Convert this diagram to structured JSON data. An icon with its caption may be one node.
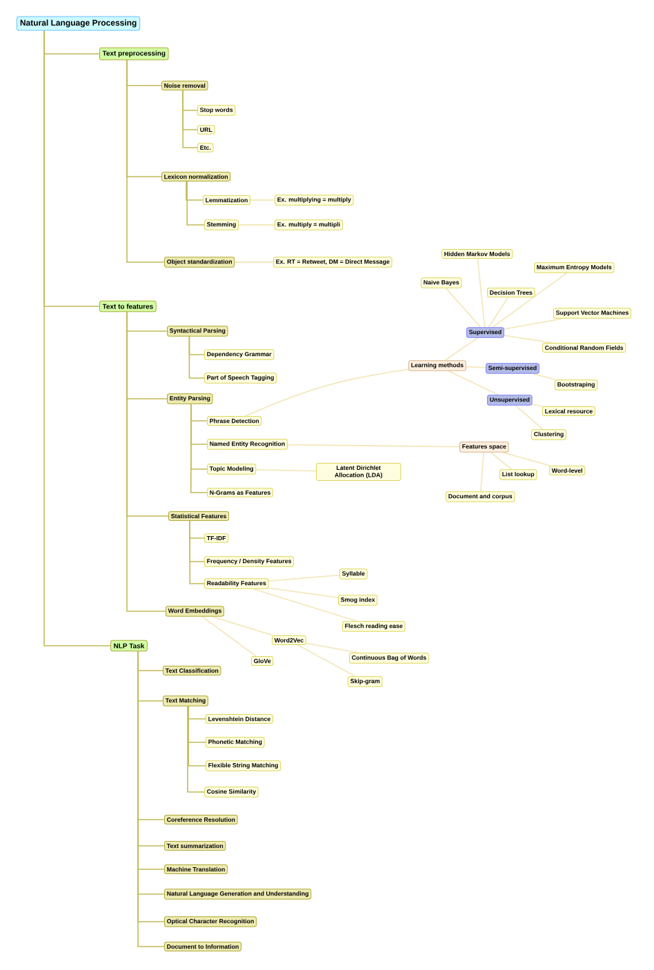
{
  "diagram": {
    "nodes": [
      {
        "text": [
          "Natural Language Processing"
        ]
      },
      {
        "text": [
          "Text preprocessing"
        ]
      },
      {
        "text": [
          "Noise removal"
        ]
      },
      {
        "text": [
          "Stop words"
        ]
      },
      {
        "text": [
          "URL"
        ]
      },
      {
        "text": [
          "Etc."
        ]
      },
      {
        "text": [
          "Lexicon normalization"
        ]
      },
      {
        "text": [
          "Lemmatization"
        ]
      },
      {
        "text": [
          "Ex. multiplying = multiply"
        ]
      },
      {
        "text": [
          "Stemming"
        ]
      },
      {
        "text": [
          "Ex. multiply = multipli"
        ]
      },
      {
        "text": [
          "Object standardization"
        ]
      },
      {
        "text": [
          "Ex. RT = Retweet, DM = Direct Message"
        ]
      },
      {
        "text": [
          "Text to features"
        ]
      },
      {
        "text": [
          "Syntactical Parsing"
        ]
      },
      {
        "text": [
          "Dependency Grammar"
        ]
      },
      {
        "text": [
          "Part of Speech Tagging"
        ]
      },
      {
        "text": [
          "Entity Parsing"
        ]
      },
      {
        "text": [
          "Phrase Detection"
        ]
      },
      {
        "text": [
          "Named Entity Recognition"
        ]
      },
      {
        "text": [
          "Topic Modeling"
        ]
      },
      {
        "text": [
          "Latent Dirichlet Allocation (LDA)"
        ]
      },
      {
        "text": [
          "N-Grams as Features"
        ]
      },
      {
        "text": [
          "Statistical Features"
        ]
      },
      {
        "text": [
          "TF-IDF"
        ]
      },
      {
        "text": [
          "Frequency / Density Features"
        ]
      },
      {
        "text": [
          "Readability Features"
        ]
      },
      {
        "text": [
          "Syllable"
        ]
      },
      {
        "text": [
          "Smog index"
        ]
      },
      {
        "text": [
          "Flesch reading ease"
        ]
      },
      {
        "text": [
          "Word Embeddings"
        ]
      },
      {
        "text": [
          "Word2Vec"
        ]
      },
      {
        "text": [
          "GloVe"
        ]
      },
      {
        "text": [
          "Continuous Bag of Words"
        ]
      },
      {
        "text": [
          "Skip-gram"
        ]
      },
      {
        "text": [
          "NLP Task"
        ]
      },
      {
        "text": [
          "Text Classification"
        ]
      },
      {
        "text": [
          "Text Matching"
        ]
      },
      {
        "text": [
          "Levenshtein Distance"
        ]
      },
      {
        "text": [
          "Phonetic Matching"
        ]
      },
      {
        "text": [
          "Flexible String Matching"
        ]
      },
      {
        "text": [
          "Cosine Similarity"
        ]
      },
      {
        "text": [
          "Coreference Resolution"
        ]
      },
      {
        "text": [
          "Text summarization"
        ]
      },
      {
        "text": [
          "Machine Translation"
        ]
      },
      {
        "text": [
          "Natural Language Generation and Understanding"
        ]
      },
      {
        "text": [
          "Optical Character Recognition"
        ]
      },
      {
        "text": [
          "Document to Information"
        ]
      },
      {
        "text": [
          "Learning methods"
        ]
      },
      {
        "text": [
          "Supervised"
        ]
      },
      {
        "text": [
          "Naive Bayes"
        ]
      },
      {
        "text": [
          "Hidden Markov Models"
        ]
      },
      {
        "text": [
          "Decision Trees"
        ]
      },
      {
        "text": [
          "Maximum Entropy Models"
        ]
      },
      {
        "text": [
          "Support Vector Machines"
        ]
      },
      {
        "text": [
          "Conditional Random Fields"
        ]
      },
      {
        "text": [
          "Semi-supervised"
        ]
      },
      {
        "text": [
          "Bootstraping"
        ]
      },
      {
        "text": [
          "Unsupervised"
        ]
      },
      {
        "text": [
          "Lexical resource"
        ]
      },
      {
        "text": [
          "Clustering"
        ]
      },
      {
        "text": [
          "Features space"
        ]
      },
      {
        "text": [
          "List lookup"
        ]
      },
      {
        "text": [
          "Word-level"
        ]
      },
      {
        "text": [
          "Document and corpus"
        ]
      }
    ],
    "edges": [
      {
        "from": 0,
        "to": 1,
        "arrow": "none"
      },
      {
        "from": 1,
        "to": 2,
        "arrow": "none"
      },
      {
        "from": 2,
        "to": 3,
        "arrow": "none"
      },
      {
        "from": 2,
        "to": 4,
        "arrow": "none"
      },
      {
        "from": 2,
        "to": 5,
        "arrow": "none"
      },
      {
        "from": 1,
        "to": 6,
        "arrow": "none"
      },
      {
        "from": 6,
        "to": 7,
        "arrow": "none"
      },
      {
        "from": 7,
        "to": 8,
        "arrow": "none",
        "color": "#f4e8be"
      },
      {
        "from": 6,
        "to": 9,
        "arrow": "none"
      },
      {
        "from": 9,
        "to": 10,
        "arrow": "none",
        "color": "#f4e8be"
      },
      {
        "from": 1,
        "to": 11,
        "arrow": "none"
      },
      {
        "from": 11,
        "to": 12,
        "arrow": "none",
        "color": "#f4e8be"
      },
      {
        "from": 0,
        "to": 13,
        "arrow": "none"
      },
      {
        "from": 13,
        "to": 14,
        "arrow": "none"
      },
      {
        "from": 14,
        "to": 15,
        "arrow": "none"
      },
      {
        "from": 14,
        "to": 16,
        "arrow": "none"
      },
      {
        "from": 13,
        "to": 17,
        "arrow": "none"
      },
      {
        "from": 17,
        "to": 18,
        "arrow": "none"
      },
      {
        "from": 17,
        "to": 19,
        "arrow": "none"
      },
      {
        "from": 17,
        "to": 20,
        "arrow": "none"
      },
      {
        "from": 20,
        "to": 21,
        "arrow": "none",
        "color": "#f4e8be"
      },
      {
        "from": 17,
        "to": 22,
        "arrow": "none"
      },
      {
        "from": 13,
        "to": 23,
        "arrow": "none"
      },
      {
        "from": 23,
        "to": 24,
        "arrow": "none"
      },
      {
        "from": 23,
        "to": 25,
        "arrow": "none"
      },
      {
        "from": 23,
        "to": 26,
        "arrow": "none"
      },
      {
        "from": 26,
        "to": 27,
        "arrow": "none",
        "color": "#f4e8be"
      },
      {
        "from": 26,
        "to": 28,
        "arrow": "none",
        "color": "#f4e8be"
      },
      {
        "from": 26,
        "to": 29,
        "arrow": "none",
        "color": "#f4e8be"
      },
      {
        "from": 13,
        "to": 30,
        "arrow": "none"
      },
      {
        "from": 30,
        "to": 31,
        "arrow": "none",
        "color": "#f4e8be"
      },
      {
        "from": 30,
        "to": 32,
        "arrow": "none",
        "color": "#f4e8be"
      },
      {
        "from": 31,
        "to": 33,
        "arrow": "none",
        "color": "#f4e8be"
      },
      {
        "from": 31,
        "to": 34,
        "arrow": "none",
        "color": "#f4e8be"
      },
      {
        "from": 0,
        "to": 35,
        "arrow": "none"
      },
      {
        "from": 35,
        "to": 36,
        "arrow": "none"
      },
      {
        "from": 35,
        "to": 37,
        "arrow": "none"
      },
      {
        "from": 37,
        "to": 38,
        "arrow": "none"
      },
      {
        "from": 37,
        "to": 39,
        "arrow": "none"
      },
      {
        "from": 37,
        "to": 40,
        "arrow": "none"
      },
      {
        "from": 37,
        "to": 41,
        "arrow": "none"
      },
      {
        "from": 35,
        "to": 42,
        "arrow": "none"
      },
      {
        "from": 35,
        "to": 43,
        "arrow": "none"
      },
      {
        "from": 35,
        "to": 44,
        "arrow": "none"
      },
      {
        "from": 35,
        "to": 45,
        "arrow": "none"
      },
      {
        "from": 35,
        "to": 46,
        "arrow": "none"
      },
      {
        "from": 35,
        "to": 47,
        "arrow": "none"
      },
      {
        "from": 18,
        "to": 48,
        "arrow": "none",
        "color": "#f4e8be"
      },
      {
        "from": 48,
        "to": 49,
        "arrow": "none",
        "color": "#f4e8be"
      },
      {
        "from": 49,
        "to": 50,
        "arrow": "none",
        "color": "#f4e8be"
      },
      {
        "from": 49,
        "to": 51,
        "arrow": "none",
        "color": "#f4e8be"
      },
      {
        "from": 49,
        "to": 52,
        "arrow": "none",
        "color": "#f4e8be"
      },
      {
        "from": 49,
        "to": 53,
        "arrow": "none",
        "color": "#f4e8be"
      },
      {
        "from": 49,
        "to": 54,
        "arrow": "none",
        "color": "#f4e8be"
      },
      {
        "from": 49,
        "to": 55,
        "arrow": "none",
        "color": "#f4e8be"
      },
      {
        "from": 48,
        "to": 56,
        "arrow": "none",
        "color": "#f4e8be"
      },
      {
        "from": 56,
        "to": 57,
        "arrow": "none",
        "color": "#f4e8be"
      },
      {
        "from": 48,
        "to": 58,
        "arrow": "none",
        "color": "#f4e8be"
      },
      {
        "from": 58,
        "to": 59,
        "arrow": "none",
        "color": "#f4e8be"
      },
      {
        "from": 58,
        "to": 60,
        "arrow": "none",
        "color": "#f4e8be"
      },
      {
        "from": 19,
        "to": 61,
        "arrow": "none",
        "color": "#f4e8be"
      },
      {
        "from": 61,
        "to": 62,
        "arrow": "none",
        "color": "#f4e8be"
      },
      {
        "from": 61,
        "to": 63,
        "arrow": "none",
        "color": "#f4e8be"
      },
      {
        "from": 61,
        "to": 64,
        "arrow": "none",
        "color": "#f4e8be"
      }
    ]
  }
}
